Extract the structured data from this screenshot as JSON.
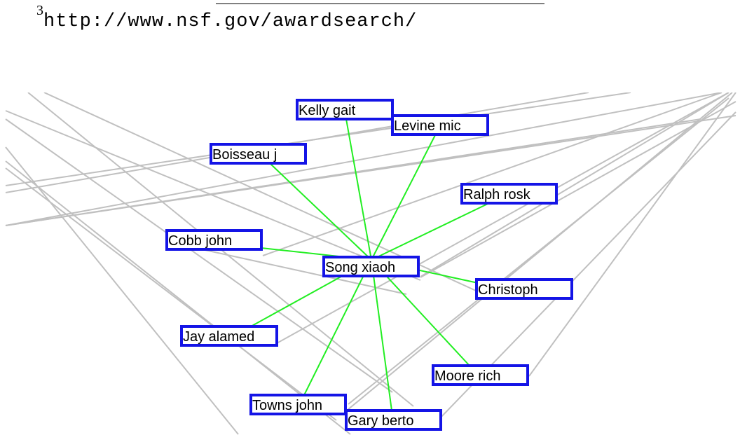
{
  "footnote": {
    "marker": "3",
    "url": "http://www.nsf.gov/awardsearch/"
  },
  "graph": {
    "center": "song",
    "nodes": [
      {
        "id": "kelly",
        "label": "Kelly gait"
      },
      {
        "id": "levine",
        "label": "Levine mic"
      },
      {
        "id": "boisseau",
        "label": "Boisseau j"
      },
      {
        "id": "ralph",
        "label": "Ralph rosk"
      },
      {
        "id": "cobb",
        "label": "Cobb john"
      },
      {
        "id": "song",
        "label": "Song xiaoh"
      },
      {
        "id": "christoph",
        "label": "Christoph"
      },
      {
        "id": "jay",
        "label": "Jay alamed"
      },
      {
        "id": "moore",
        "label": "Moore rich"
      },
      {
        "id": "towns",
        "label": "Towns john"
      },
      {
        "id": "gary",
        "label": "Gary berto"
      }
    ],
    "highlighted_edges": [
      [
        "song",
        "kelly"
      ],
      [
        "song",
        "levine"
      ],
      [
        "song",
        "boisseau"
      ],
      [
        "song",
        "ralph"
      ],
      [
        "song",
        "cobb"
      ],
      [
        "song",
        "christoph"
      ],
      [
        "song",
        "jay"
      ],
      [
        "song",
        "moore"
      ],
      [
        "song",
        "towns"
      ],
      [
        "song",
        "gary"
      ]
    ]
  }
}
